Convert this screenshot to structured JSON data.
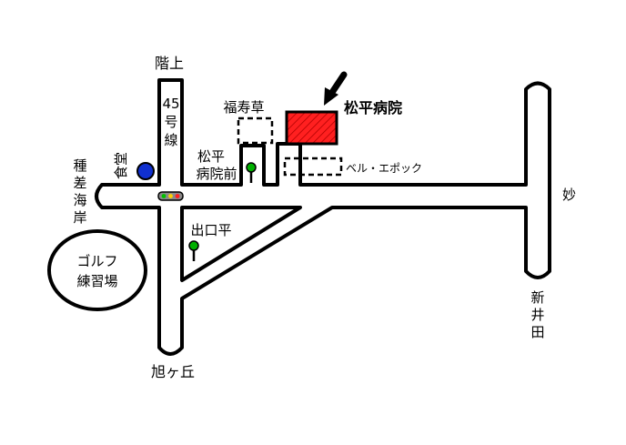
{
  "map": {
    "colors": {
      "road_fill": "#ffffff",
      "road_stroke": "#000000",
      "hospital_fill": "#ff2020",
      "restaurant_fill": "#1030d0",
      "bus_stop_green": "#00b000",
      "signal_housing": "#8a8a8a"
    },
    "labels": {
      "north_top": "階上",
      "route": "45号線",
      "shokudo": "食堂",
      "tanesashi": "種差海岸",
      "golf": "ゴルフ練習場",
      "fukujuso": "福寿草",
      "hospital": "松平病院",
      "bus_stop_hospital": "松平病院前",
      "bell_epoch": "ベル・エポック",
      "myo": "妙",
      "shin_ida": "新井田",
      "deguchi_taira": "出口平",
      "asahigaoka": "旭ヶ丘"
    },
    "icons": {
      "destination_arrow": "arrow-icon",
      "hospital": "hospital-building-icon",
      "restaurant": "restaurant-marker-icon",
      "traffic_light": "traffic-light-icon",
      "bus_stop": "bus-stop-icon"
    }
  }
}
